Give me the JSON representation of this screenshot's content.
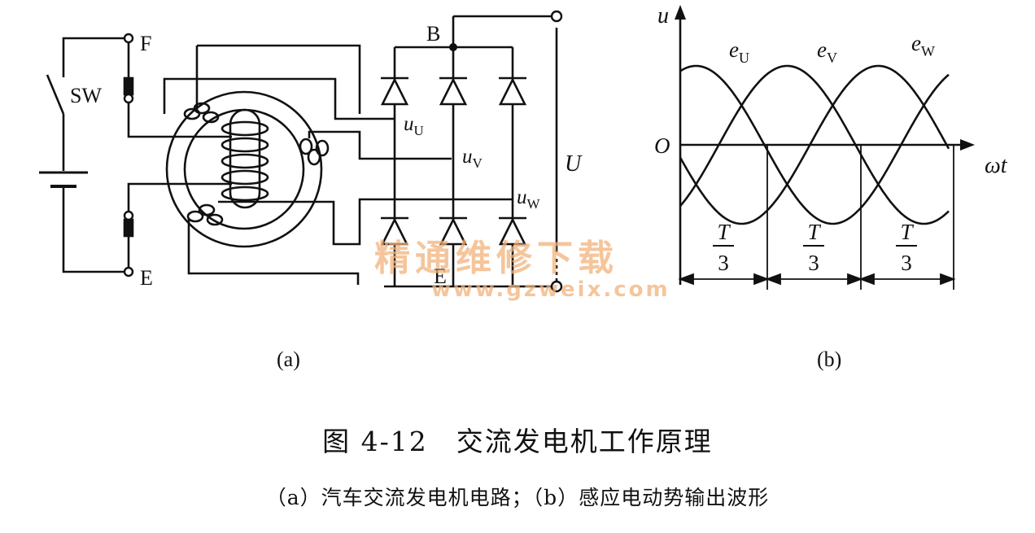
{
  "labels": {
    "F": "F",
    "E": "E",
    "SW": "SW",
    "B": "B",
    "uU_main": "u",
    "uU_sub": "U",
    "uV_main": "u",
    "uV_sub": "V",
    "uW_main": "u",
    "uW_sub": "W",
    "U": "U",
    "E_bottom": "E",
    "panel_a": "(a)",
    "panel_b": "(b)"
  },
  "waveform": {
    "axis_u": "u",
    "axis_wt": "ωt",
    "origin": "O",
    "eU_main": "e",
    "eU_sub": "U",
    "eV_main": "e",
    "eV_sub": "V",
    "eW_main": "e",
    "eW_sub": "W",
    "interval_T": "T",
    "interval_3": "3"
  },
  "watermark": {
    "line1": "精通维修下载",
    "line2": "www.gzweix.com"
  },
  "caption": {
    "title": "图 4-12　交流发电机工作原理",
    "subtitle": "（a）汽车交流发电机电路；（b）感应电动势输出波形"
  }
}
